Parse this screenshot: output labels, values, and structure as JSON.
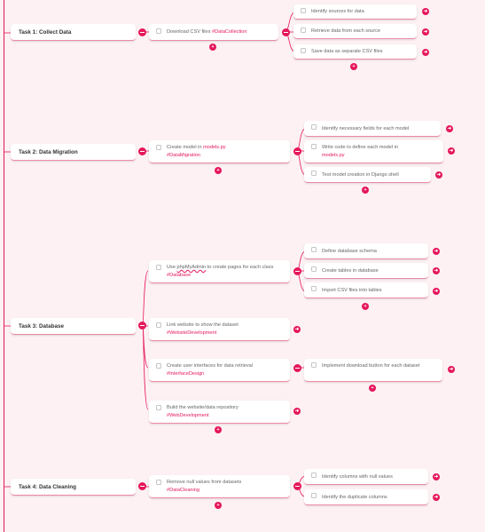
{
  "tasks": [
    {
      "title": "Task 1: Collect Data",
      "subtasks": [
        {
          "text": "Download CSV files",
          "tag": "#DataCollection",
          "children": [
            {
              "text": "Identify sources for data"
            },
            {
              "text": "Retrieve data from each source"
            },
            {
              "text": "Save data as separate CSV files"
            }
          ]
        }
      ]
    },
    {
      "title": "Task 2: Data Migration",
      "subtasks": [
        {
          "text": "Create model in",
          "highlight": "models.py",
          "tag": "#DataMigration",
          "children": [
            {
              "text": "Identify necessary fields for each model"
            },
            {
              "text": "Write code to define each model in",
              "highlight": "models.py"
            },
            {
              "text": "Test model creation in Django shell"
            }
          ]
        }
      ]
    },
    {
      "title": "Task 3: Database",
      "subtasks": [
        {
          "text_before": "Use",
          "highlight": "phpMyAdmin",
          "text_after": "to create pages for each class",
          "tag": "#Database",
          "children": [
            {
              "text": "Define database schema"
            },
            {
              "text": "Create tables in database"
            },
            {
              "text": "Import CSV files into tables"
            }
          ]
        },
        {
          "text": "Link website to show the dataset",
          "tag": "#WebsiteDevelopment"
        },
        {
          "text": "Create user interfaces for data retrieval",
          "tag": "#InterfaceDesign",
          "children": [
            {
              "text": "Implement download button for each dataset"
            }
          ]
        },
        {
          "text": "Build the website/data repository",
          "tag": "#WebDevelopment"
        }
      ]
    },
    {
      "title": "Task 4: Data Cleaning",
      "subtasks": [
        {
          "text": "Remove null values from datasets",
          "tag": "#DataCleaning",
          "children": [
            {
              "text": "Identify columns with null values"
            },
            {
              "text": "Identify the duplicate columns"
            }
          ]
        }
      ]
    }
  ],
  "icons": {
    "collapse": "minus-circle-icon",
    "expand_right": "arrow-right-icon",
    "add_child": "plus-icon",
    "checkbox": "checkbox-icon"
  },
  "glyphs": {
    "arrow": "➜",
    "plus": "+"
  },
  "colors": {
    "accent": "#e5175c",
    "background": "#fdf1f4",
    "card": "#ffffff"
  }
}
